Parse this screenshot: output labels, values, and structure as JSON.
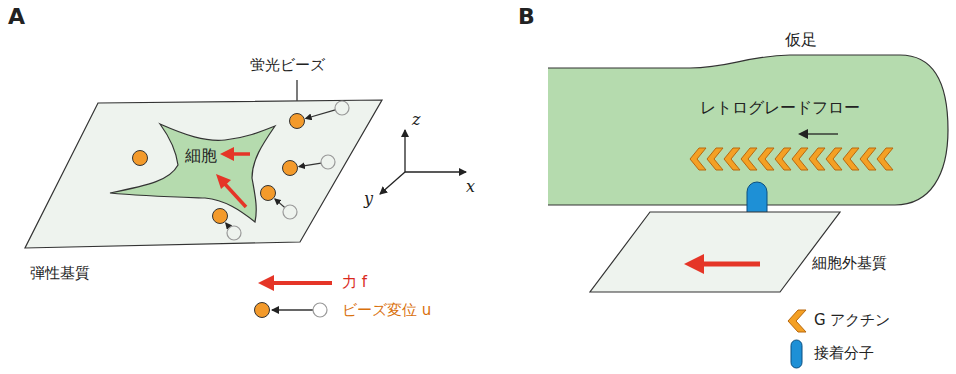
{
  "diagram": {
    "nodes": [
      {
        "text": [
          "弾性基質"
        ]
      },
      {
        "text": [
          "細胞"
        ],
        "in": 0
      },
      {
        "text": [
          "仮足",
          "レトログレードフロー"
        ]
      },
      {
        "text": [
          "細胞外基質"
        ]
      }
    ],
    "labels": [
      "A",
      "蛍光ビーズ",
      "z",
      "x",
      "y",
      "B"
    ],
    "legend": [
      {
        "text": "力 f"
      },
      {
        "text": "ビーズ変位 u"
      },
      {
        "text": "G アクチン"
      },
      {
        "text": "接着分子"
      }
    ]
  }
}
